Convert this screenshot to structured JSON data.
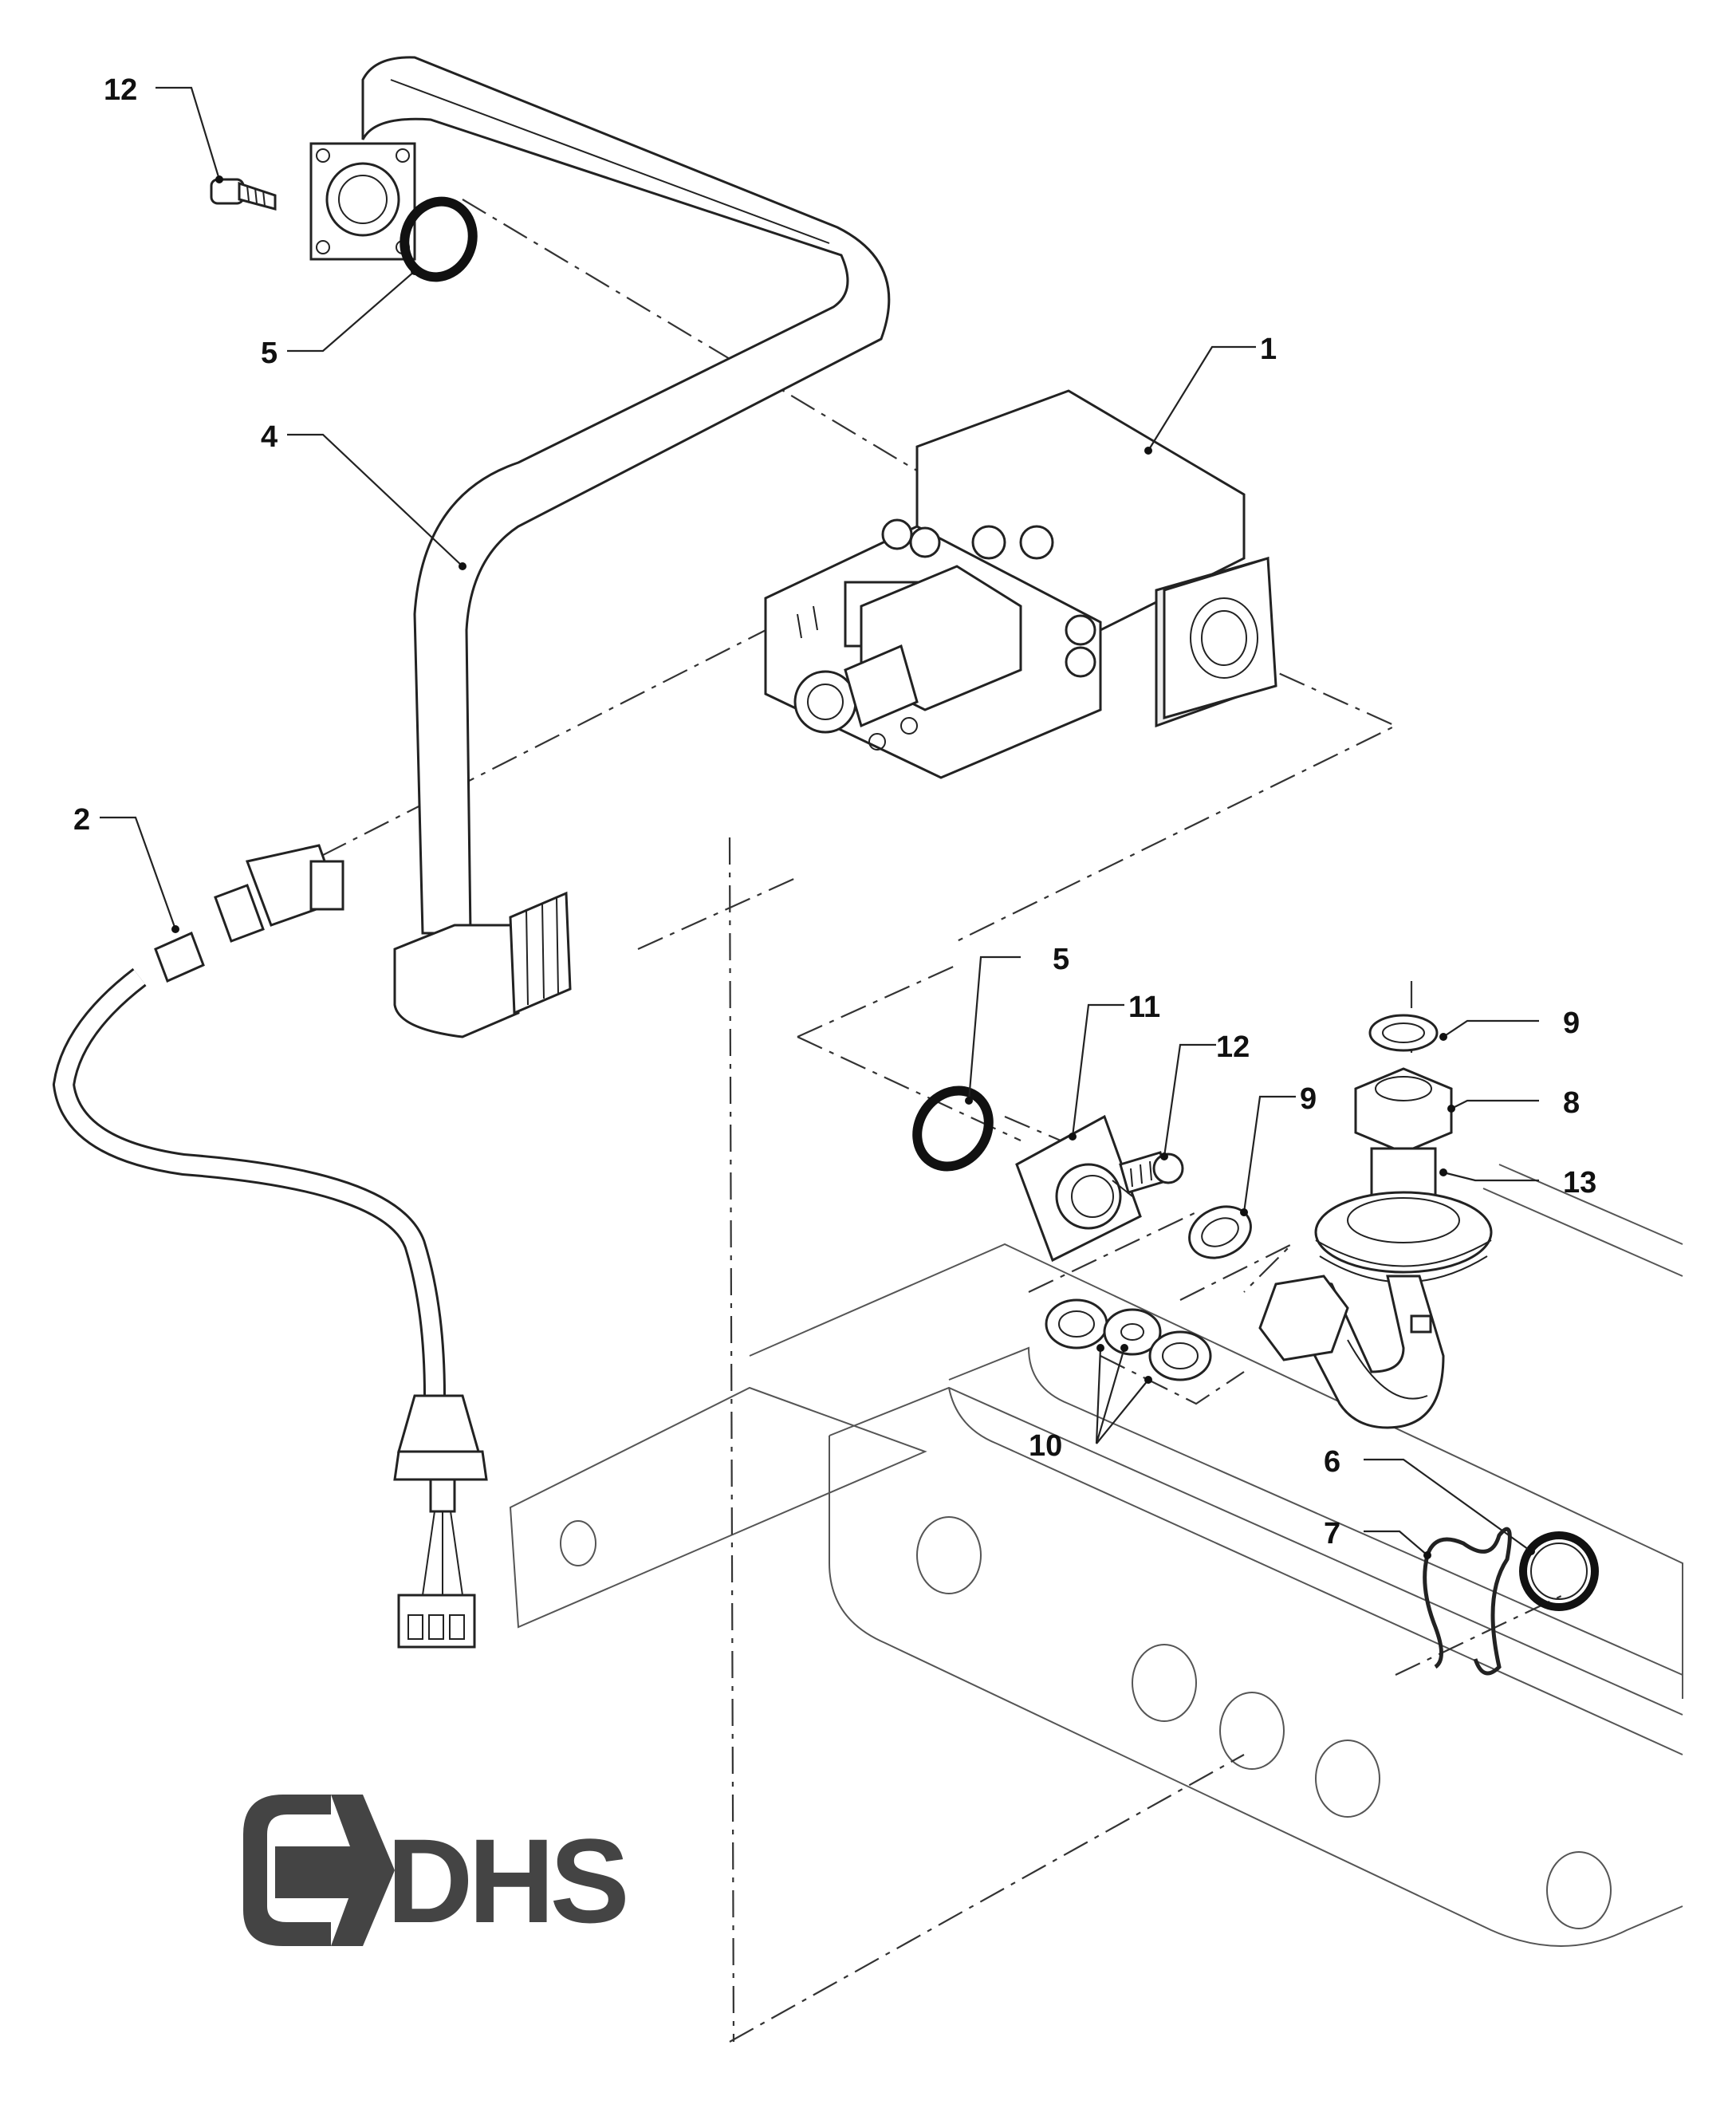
{
  "callouts": [
    {
      "id": "c12a",
      "text": "12"
    },
    {
      "id": "c5a",
      "text": "5"
    },
    {
      "id": "c4",
      "text": "4"
    },
    {
      "id": "c1",
      "text": "1"
    },
    {
      "id": "c2",
      "text": "2"
    },
    {
      "id": "c5b",
      "text": "5"
    },
    {
      "id": "c11",
      "text": "11"
    },
    {
      "id": "c12b",
      "text": "12"
    },
    {
      "id": "c9a",
      "text": "9"
    },
    {
      "id": "c9b",
      "text": "9"
    },
    {
      "id": "c8",
      "text": "8"
    },
    {
      "id": "c13",
      "text": "13"
    },
    {
      "id": "c10",
      "text": "10"
    },
    {
      "id": "c6",
      "text": "6"
    },
    {
      "id": "c7",
      "text": "7"
    }
  ],
  "logo": {
    "text": "DHS"
  },
  "colors": {
    "ink": "#222222",
    "logo": "#444444"
  }
}
